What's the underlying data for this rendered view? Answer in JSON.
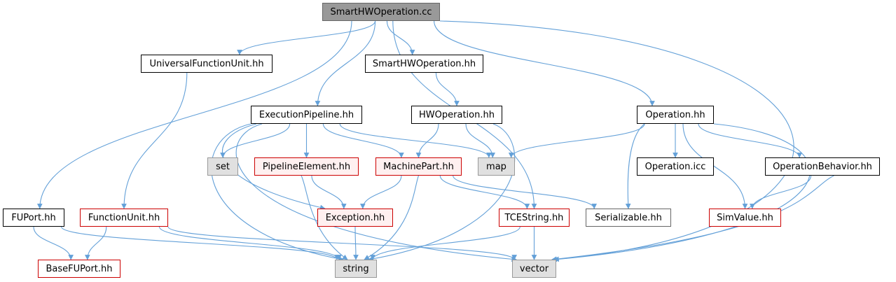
{
  "edge_color": "#63a0d8",
  "nodes": {
    "root": "SmartHWOperation.cc",
    "universal_function_unit": "UniversalFunctionUnit.hh",
    "smart_hw_operation_hh": "SmartHWOperation.hh",
    "execution_pipeline": "ExecutionPipeline.hh",
    "hw_operation": "HWOperation.hh",
    "operation_hh": "Operation.hh",
    "set": "set",
    "pipeline_element": "PipelineElement.hh",
    "machine_part": "MachinePart.hh",
    "map": "map",
    "operation_icc": "Operation.icc",
    "operation_behavior": "OperationBehavior.hh",
    "fu_port": "FUPort.hh",
    "function_unit": "FunctionUnit.hh",
    "exception": "Exception.hh",
    "tce_string": "TCEString.hh",
    "serializable": "Serializable.hh",
    "sim_value": "SimValue.hh",
    "base_fu_port": "BaseFUPort.hh",
    "string": "string",
    "vector": "vector"
  }
}
